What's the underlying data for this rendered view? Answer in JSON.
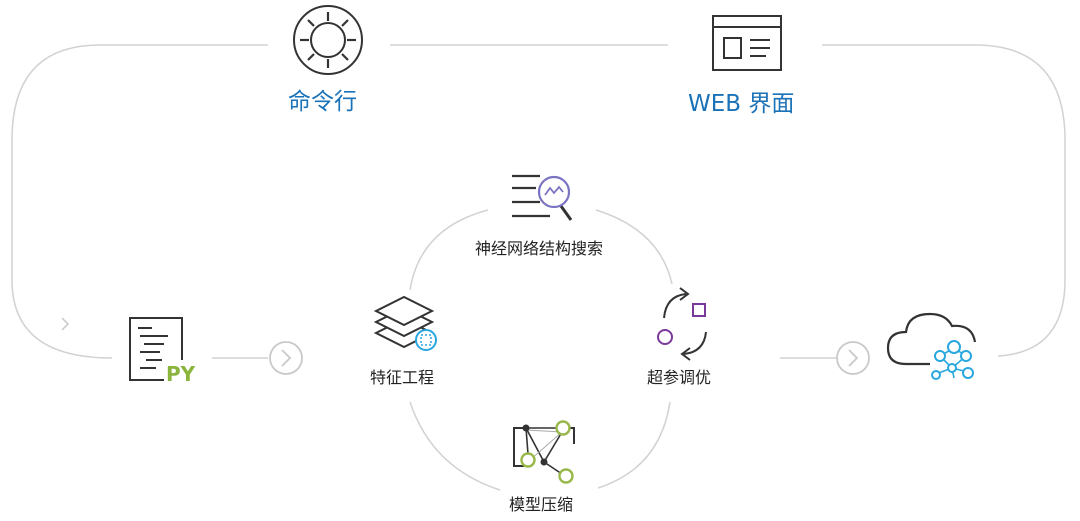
{
  "top": {
    "cli_label": "命令行",
    "web_label": "WEB 界面"
  },
  "input": {
    "py_tag": "PY"
  },
  "cycle": {
    "nas_label": "神经网络结构搜索",
    "feature_label": "特征工程",
    "hpo_label": "超参调优",
    "compress_label": "模型压缩"
  },
  "colors": {
    "accent_blue": "#1a72b8",
    "icon_dark": "#222222",
    "py_green": "#8ab43c",
    "search_purple": "#7b74c2",
    "hpo_purple": "#7a3a9a",
    "compress_green": "#98b94a",
    "cloud_blue": "#29a7df",
    "line_gray": "#cfcfcf"
  },
  "icons": [
    "gear-icon",
    "browser-icon",
    "python-file-icon",
    "arrow-circle-icon",
    "search-chart-icon",
    "layers-icon",
    "cycle-icon",
    "graph-icon",
    "cloud-network-icon"
  ]
}
